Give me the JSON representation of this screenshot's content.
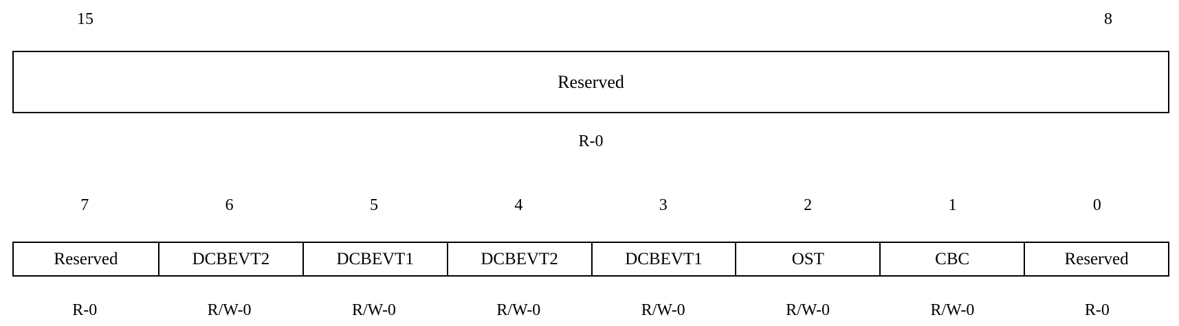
{
  "upper": {
    "bit_high": "15",
    "bit_low": "8",
    "field": "Reserved",
    "access": "R-0"
  },
  "lower": {
    "bits": [
      "7",
      "6",
      "5",
      "4",
      "3",
      "2",
      "1",
      "0"
    ],
    "fields": [
      "Reserved",
      "DCBEVT2",
      "DCBEVT1",
      "DCBEVT2",
      "DCBEVT1",
      "OST",
      "CBC",
      "Reserved"
    ],
    "access": [
      "R-0",
      "R/W-0",
      "R/W-0",
      "R/W-0",
      "R/W-0",
      "R/W-0",
      "R/W-0",
      "R-0"
    ]
  }
}
